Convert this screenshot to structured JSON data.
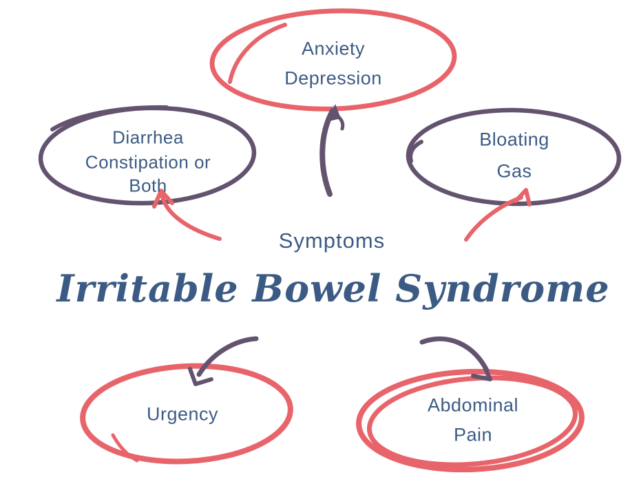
{
  "title": "Irritable Bowel Syndrome",
  "center_label": "Symptoms",
  "nodes": {
    "anxiety_depression": {
      "lines": [
        "Anxiety",
        "Depression"
      ]
    },
    "bowel_habits": {
      "lines": [
        "Diarrhea",
        "Constipation or",
        "Both"
      ]
    },
    "bloating_gas": {
      "lines": [
        "Bloating",
        "Gas"
      ]
    },
    "urgency": {
      "lines": [
        "Urgency"
      ]
    },
    "abdominal_pain": {
      "lines": [
        "Abdominal",
        "Pain"
      ]
    }
  },
  "colors": {
    "coral": "#e8646b",
    "purple": "#64536f",
    "text_blue": "#3c5b84",
    "background": "#ffffff"
  }
}
